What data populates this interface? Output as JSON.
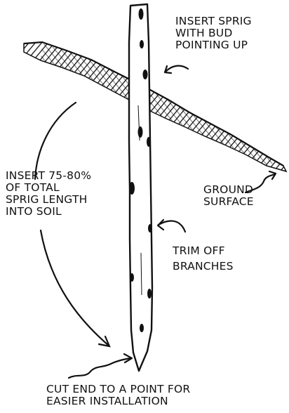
{
  "labels": {
    "insert_sprig": [
      "INSERT SPRIG",
      "WITH BUD",
      "POINTING UP"
    ],
    "insert_percent": [
      "INSERT 75-80%",
      "OF TOTAL",
      "SPRIG LENGTH",
      "INTO SOIL"
    ],
    "ground_surface": [
      "GROUND",
      "SURFACE"
    ],
    "trim_branches": [
      "TRIM OFF",
      "BRANCHES"
    ],
    "cut_end": [
      "CUT END TO A POINT FOR",
      "EASIER INSTALLATION"
    ]
  },
  "colors": {
    "ink": "#111111",
    "background": "#ffffff"
  }
}
